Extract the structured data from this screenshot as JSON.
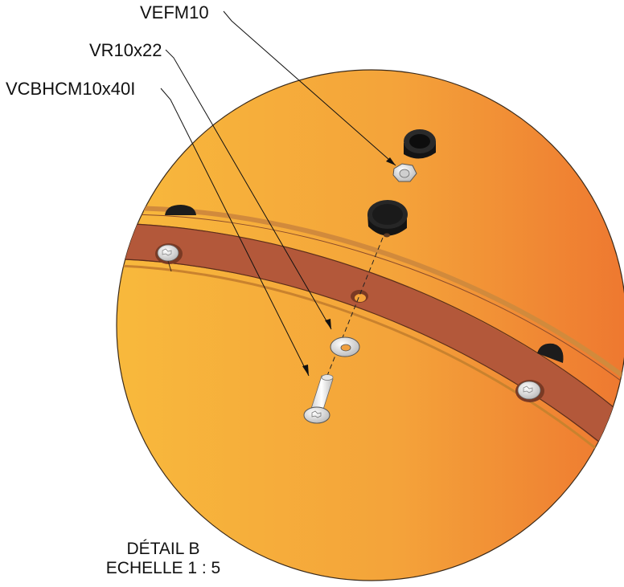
{
  "callouts": {
    "nut": "VEFM10",
    "washer": "VR10x22",
    "screw": "VCBHCM10x40I"
  },
  "caption": {
    "detail": "DÉTAIL B",
    "scale": "ECHELLE 1 : 5"
  },
  "colors": {
    "plate_light": "#f6b53a",
    "plate_dark": "#ef7a2e",
    "ring": "#b3583a",
    "rubber_foot": "#1c1c1c",
    "hardware": "#e8e8e8"
  }
}
